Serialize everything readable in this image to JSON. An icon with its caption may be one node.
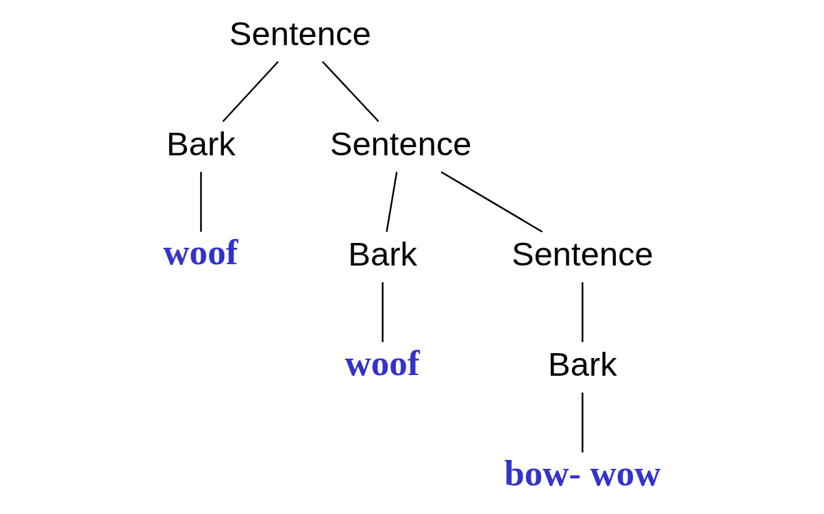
{
  "diagram": {
    "nodes": [
      {
        "text": [
          "Sentence"
        ]
      },
      {
        "text": [
          "Bark"
        ]
      },
      {
        "text": [
          "woof"
        ]
      },
      {
        "text": [
          "Sentence"
        ]
      },
      {
        "text": [
          "Bark"
        ]
      },
      {
        "text": [
          "woof"
        ]
      },
      {
        "text": [
          "Sentence"
        ]
      },
      {
        "text": [
          "Bark"
        ]
      },
      {
        "text": [
          "bow- wow"
        ]
      }
    ],
    "edges": [
      {
        "from": 0,
        "to": 1,
        "arrow": "none"
      },
      {
        "from": 1,
        "to": 2,
        "arrow": "none"
      },
      {
        "from": 0,
        "to": 3,
        "arrow": "none"
      },
      {
        "from": 3,
        "to": 4,
        "arrow": "none"
      },
      {
        "from": 4,
        "to": 5,
        "arrow": "none"
      },
      {
        "from": 3,
        "to": 6,
        "arrow": "none"
      },
      {
        "from": 6,
        "to": 7,
        "arrow": "none"
      },
      {
        "from": 7,
        "to": 8,
        "arrow": "none"
      }
    ]
  }
}
